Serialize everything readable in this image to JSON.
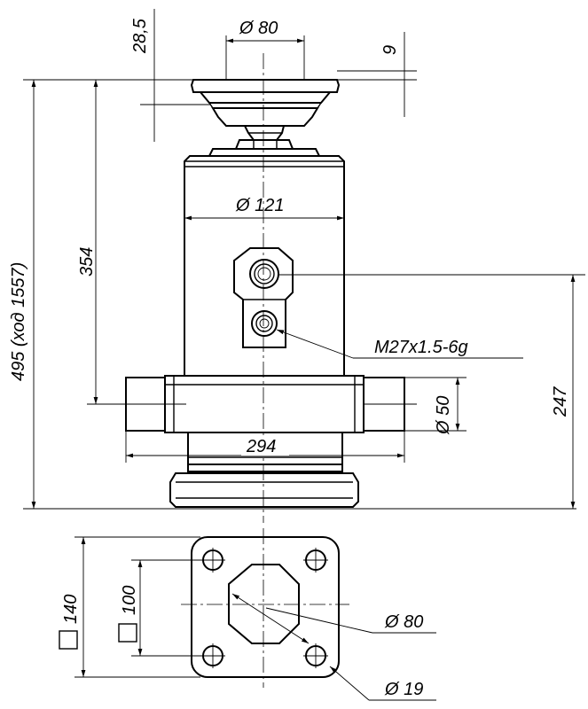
{
  "dimensions": {
    "top_dim_28_5": "28,5",
    "top_dim_phi80": "Ø 80",
    "top_dim_9": "9",
    "total_height": "495 (ход 1557)",
    "height_354": "354",
    "phi121": "Ø 121",
    "thread": "M27x1.5-6g",
    "height_247": "247",
    "phi50": "Ø 50",
    "width_294": "294",
    "flange_140": "140",
    "flange_100": "100",
    "flange_phi80": "Ø 80",
    "flange_phi19": "Ø 19"
  },
  "colors": {
    "line": "#000000",
    "background": "#ffffff"
  }
}
